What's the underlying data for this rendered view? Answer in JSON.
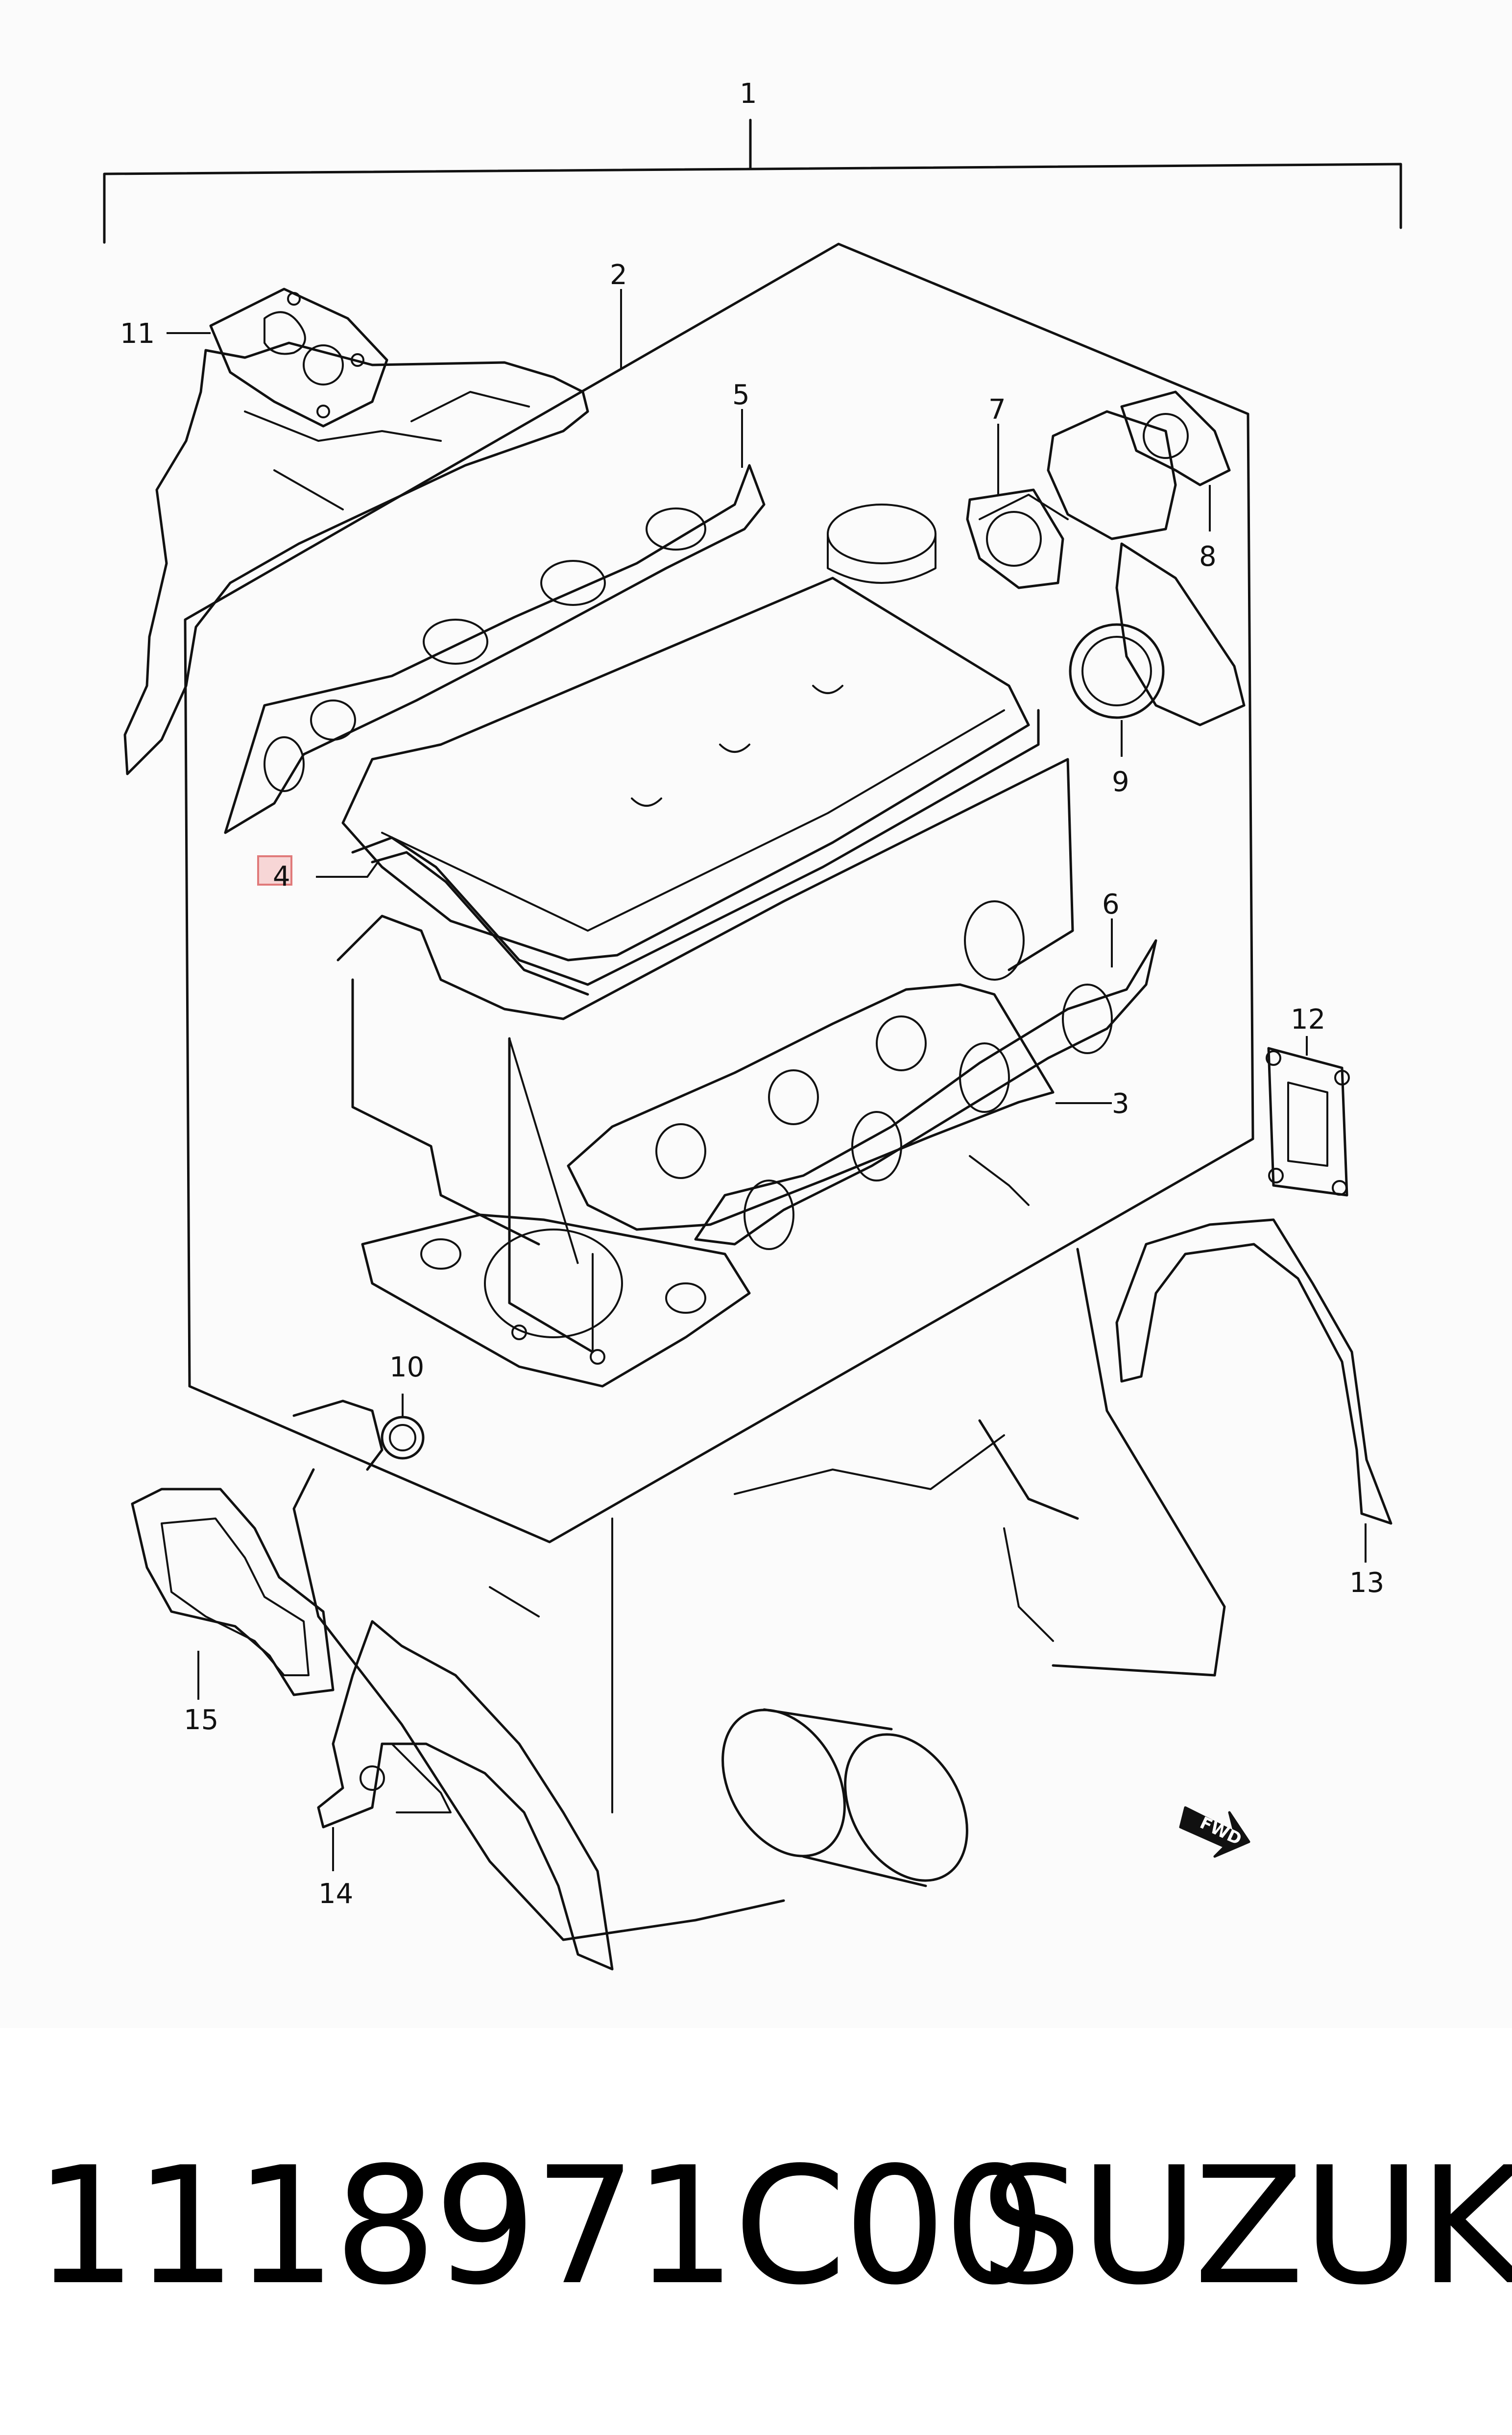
{
  "diagram": {
    "callouts": [
      {
        "id": "1",
        "label": "1"
      },
      {
        "id": "2",
        "label": "2"
      },
      {
        "id": "3",
        "label": "3"
      },
      {
        "id": "4",
        "label": "4",
        "highlighted": true
      },
      {
        "id": "5",
        "label": "5"
      },
      {
        "id": "6",
        "label": "6"
      },
      {
        "id": "7",
        "label": "7"
      },
      {
        "id": "8",
        "label": "8"
      },
      {
        "id": "9",
        "label": "9"
      },
      {
        "id": "10",
        "label": "10"
      },
      {
        "id": "11",
        "label": "11"
      },
      {
        "id": "12",
        "label": "12"
      },
      {
        "id": "13",
        "label": "13"
      },
      {
        "id": "14",
        "label": "14"
      },
      {
        "id": "15",
        "label": "15"
      }
    ],
    "fwd_label": "FWD",
    "highlight_color": "#f7d6d6"
  },
  "caption": {
    "part_number": "1118971C00",
    "brand": "SUZUKI"
  }
}
